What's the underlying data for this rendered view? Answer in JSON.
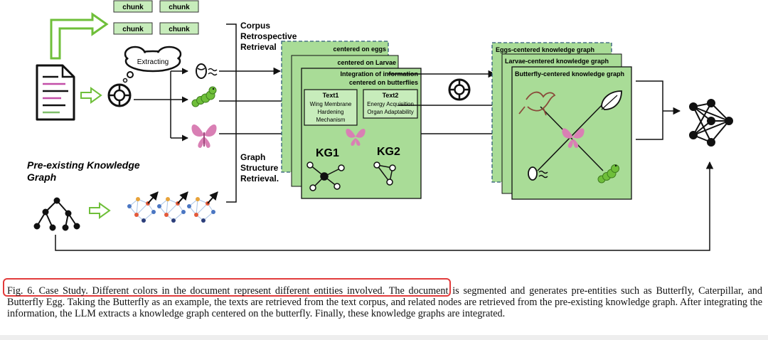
{
  "figure": {
    "chunks": [
      "chunk",
      "chunk",
      "chunk",
      "chunk"
    ],
    "extracting_label": "Extracting",
    "corpus_retrieval": [
      "Corpus",
      "Retrospective",
      "Retrieval"
    ],
    "graph_retrieval": [
      "Graph",
      "Structure",
      "Retrieval."
    ],
    "pre_kg_title": [
      "Pre-existing Knowledge",
      "Graph"
    ],
    "stack_left": {
      "back": "centered on eggs",
      "mid": "centered on  Larvae",
      "front": [
        "Integration of information",
        "centered on butterflies"
      ],
      "text1": {
        "title": "Text1",
        "lines": [
          "Wing Membrane",
          "Hardening",
          "Mechanism"
        ]
      },
      "text2": {
        "title": "Text2",
        "lines": [
          "Energy Acquisition",
          "Organ Adaptability"
        ]
      },
      "kg1": "KG1",
      "kg2": "KG2"
    },
    "stack_right": {
      "back": "Eggs-centered  knowledge  graph",
      "mid": "Larvae-centered  knowledge  graph",
      "front": "Butterfly-centered  knowledge  graph"
    },
    "colors": {
      "green_fill": "#a9dc97",
      "green_box": "#c7ecbb",
      "green_dark": "#6a9e57",
      "butterfly": "#d97fb4",
      "caterpillar": "#6fbf3a",
      "bird": "#8a4a3a",
      "highlight": "#e23b3b"
    }
  },
  "caption": {
    "highlighted": "Fig. 6.   Case Study. Different colors in the document represent different entities involved.",
    "rest": " The document is segmented and generates pre-entities such as Butterfly, Caterpillar, and Butterfly Egg. Taking the Butterfly as an example, the texts are retrieved from the text corpus, and related nodes are retrieved from the pre-existing knowledge graph. After integrating the information, the LLM extracts a knowledge graph centered on the butterfly. Finally, these knowledge graphs are integrated."
  }
}
